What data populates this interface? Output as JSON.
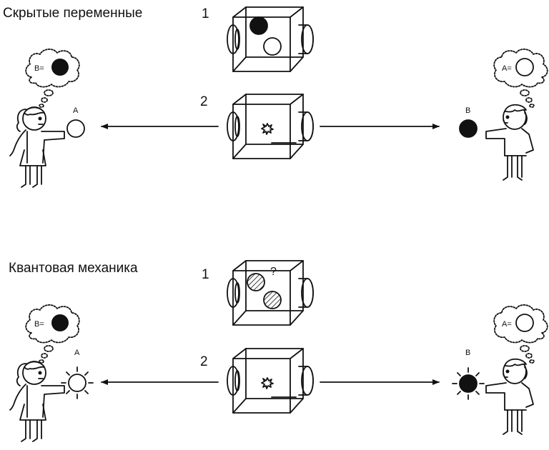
{
  "sections": [
    {
      "title": "Скрытые переменные",
      "step1": "1",
      "step2": "2",
      "left_thought": "B=",
      "right_thought": "A=",
      "left_ball_label": "A",
      "right_ball_label": "B"
    },
    {
      "title": "Квантовая механика",
      "step1": "1",
      "step2": "2",
      "box_question": "?",
      "left_thought": "B=",
      "right_thought": "A=",
      "left_ball_label": "A",
      "right_ball_label": "B"
    }
  ]
}
